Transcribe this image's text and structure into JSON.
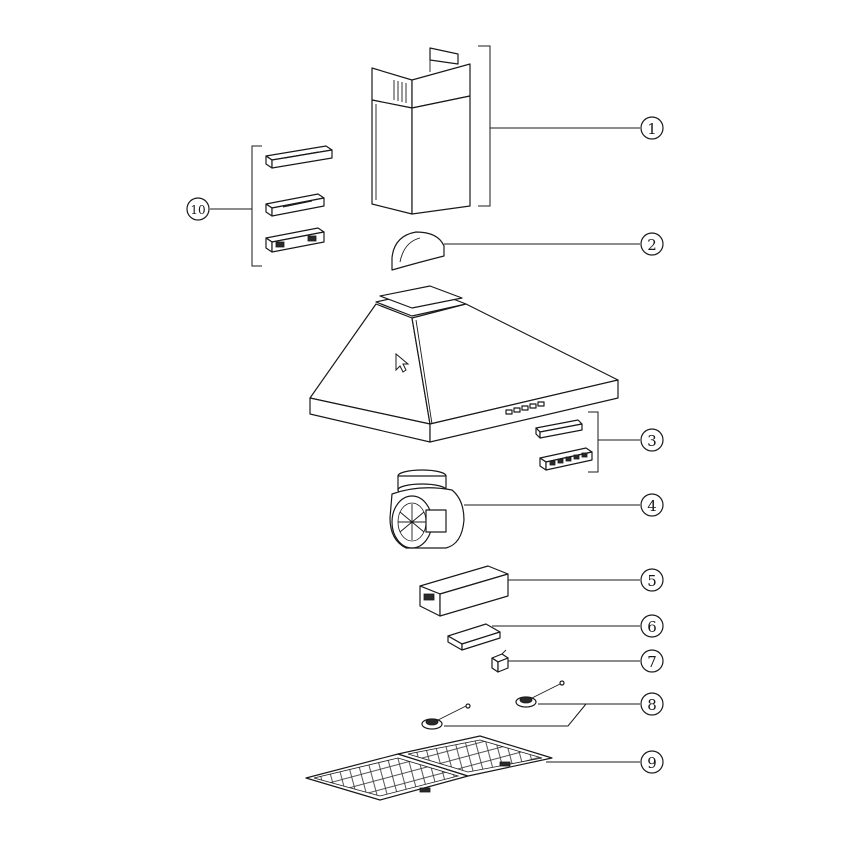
{
  "callouts": {
    "c1": "1",
    "c2": "2",
    "c3": "3",
    "c4": "4",
    "c5": "5",
    "c6": "6",
    "c7": "7",
    "c8": "8",
    "c9": "9",
    "c10": "10"
  },
  "icons": {
    "cursor": "mouse-pointer-icon"
  }
}
